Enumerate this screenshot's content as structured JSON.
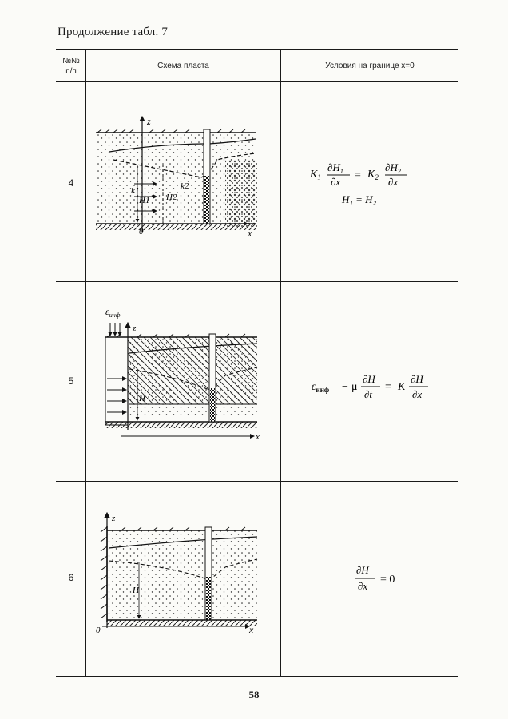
{
  "caption": "Продолжение табл. 7",
  "header": {
    "col1_line1": "№№",
    "col1_line2": "п/п",
    "col2": "Схема пласта",
    "col3": "Условия на границе x=0"
  },
  "rows": [
    {
      "num": "4",
      "labels": {
        "z": "z",
        "x": "x",
        "origin": "0",
        "k1": "k1",
        "k2": "k2",
        "h1": "H1",
        "h2": "H2"
      },
      "formula": {
        "k1": "K",
        "k1_sub": "1",
        "h1": "H",
        "h1_sub": "1",
        "dx": "∂x",
        "d": "∂",
        "eq": "=",
        "k2": "K",
        "k2_sub": "2",
        "h2": "H",
        "h2_sub": "2",
        "line2": "H₁ = H₂"
      }
    },
    {
      "num": "5",
      "labels": {
        "eps": "ε",
        "eps_sub": "инф",
        "z": "z",
        "x": "x",
        "h": "H"
      },
      "formula": {
        "eps": "ε",
        "eps_sub": "инф",
        "minus": "−",
        "mu": "μ",
        "dH": "∂H",
        "dt": "∂t",
        "eq": "=",
        "k": "K",
        "dx": "∂x"
      }
    },
    {
      "num": "6",
      "labels": {
        "z": "z",
        "x": "x",
        "origin": "0",
        "h": "H"
      },
      "formula": {
        "dH": "∂H",
        "dx": "∂x",
        "eq": "= 0"
      }
    }
  ],
  "page_number": "58"
}
